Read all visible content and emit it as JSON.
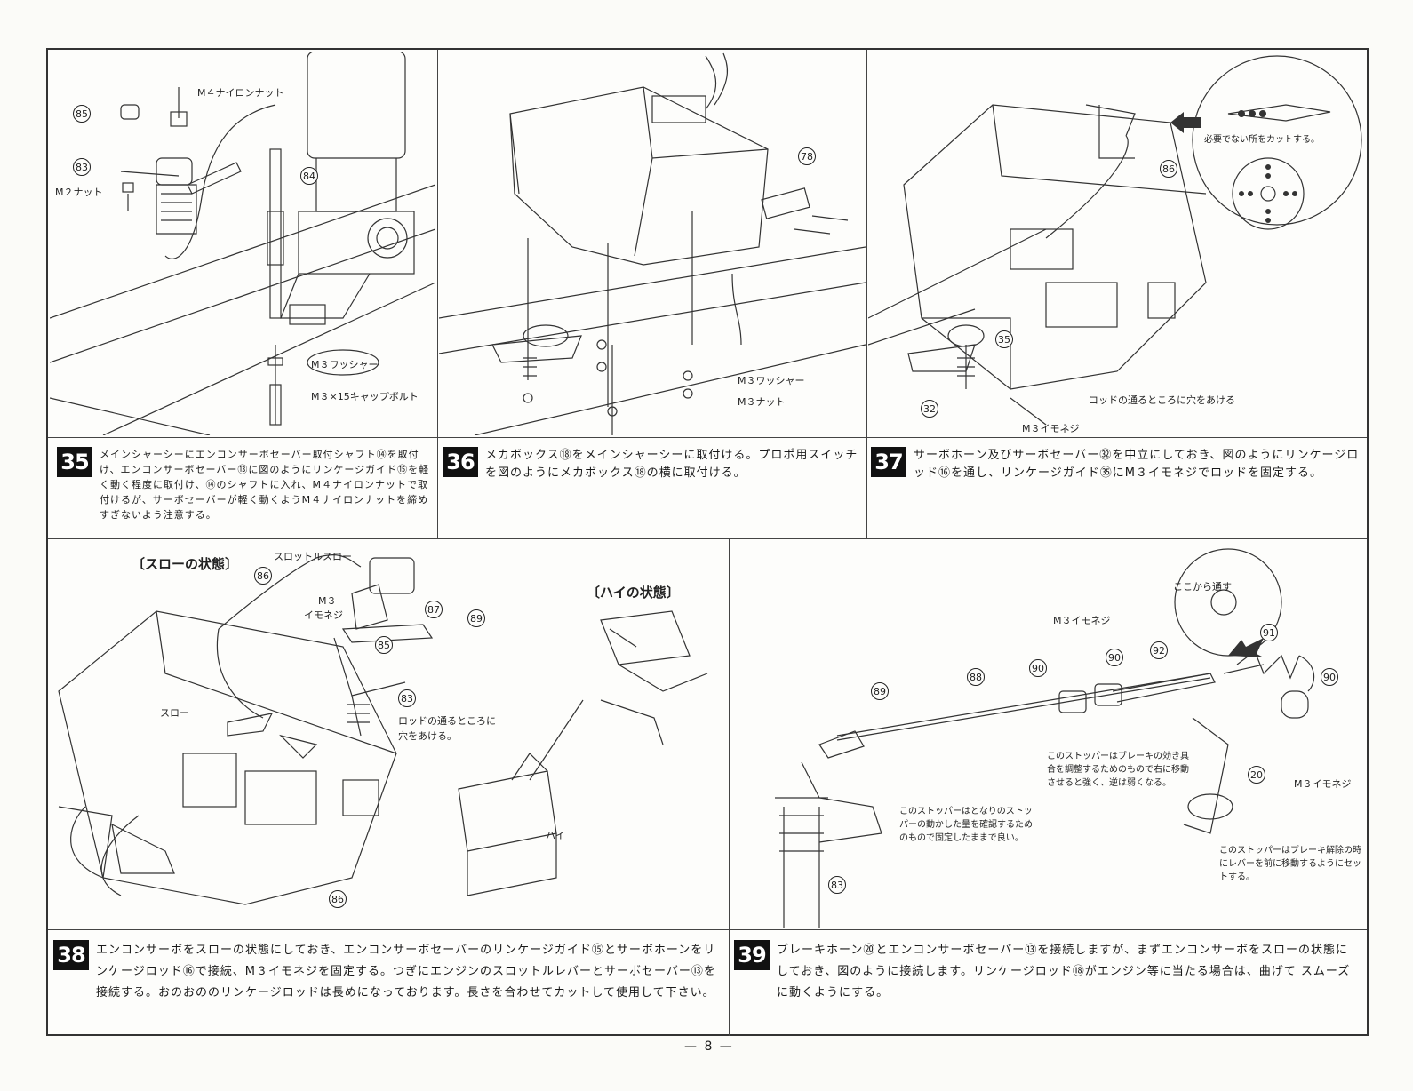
{
  "page_number": "— 8 —",
  "steps": [
    {
      "no": "35",
      "text": "メインシャーシーにエンコンサーボセーバー取付シャフト⑭を取付け、エンコンサーボセーバー⑬に図のようにリンケージガイド⑮を軽く動く程度に取付け、⑭のシャフトに入れ、M４ナイロンナットで取付けるが、サーボセーバーが軽く動くようM４ナイロンナットを締めすぎないよう注意する。"
    },
    {
      "no": "36",
      "text": "メカボックス⑱をメインシャーシーに取付ける。プロポ用スイッチを図のようにメカボックス⑱の横に取付ける。"
    },
    {
      "no": "37",
      "text": "サーボホーン及びサーボセーバー㉜を中立にしておき、図のようにリンケージロッド⑯を通し、リンケージガイド㉟にM３イモネジでロッドを固定する。"
    },
    {
      "no": "38",
      "text": "エンコンサーボをスローの状態にしておき、エンコンサーボセーバーのリンケージガイド⑮とサーボホーンをリンケージロッド⑯で接続、M３イモネジを固定する。つぎにエンジンのスロットルレバーとサーボセーバー⑬を接続する。おのおののリンケージロッドは長めになっております。長さを合わせてカットして使用して下さい。"
    },
    {
      "no": "39",
      "text": "ブレーキホーン⑳とエンコンサーボセーバー⑬を接続しますが、まずエンコンサーボをスローの状態にしておき、図のように接続します。リンケージロッド⑱がエンジン等に当たる場合は、曲げて スムーズに動くようにする。"
    }
  ],
  "fig35": {
    "labels": [
      "M４ナイロンナット",
      "M２ナット",
      "M３ワッシャー",
      "M３×15キャップボルト"
    ],
    "parts": [
      "85",
      "83",
      "84"
    ]
  },
  "fig36": {
    "labels": [
      "M３ワッシャー",
      "M３ナット"
    ],
    "parts": [
      "78"
    ]
  },
  "fig37": {
    "labels": [
      "必要でない所をカットする。",
      "コッドの通るところに穴をあける",
      "M３イモネジ"
    ],
    "parts": [
      "86",
      "35",
      "32"
    ]
  },
  "fig38": {
    "labels": [
      "〔スローの状態〕",
      "スロットルスロー",
      "M３",
      "イモネジ",
      "〔ハイの状態〕",
      "スロー",
      "ロッドの通るところに",
      "穴をあける。",
      "ハイ"
    ],
    "parts": [
      "86",
      "87",
      "89",
      "85",
      "83",
      "86"
    ]
  },
  "fig39": {
    "labels": [
      "ここから通す",
      "M３イモネジ",
      "M３イモネジ"
    ],
    "callouts": [
      "このストッパーはブレーキの効き具合を調整するためのもので右に移動させると強く、逆は弱くなる。",
      "このストッパーはとなりのストッパーの動かした量を確認するためのもので固定したままで良い。",
      "このストッパーはブレーキ解除の時にレバーを前に移動するようにセットする。"
    ],
    "parts": [
      "91",
      "90",
      "90",
      "92",
      "90",
      "89",
      "88",
      "20",
      "83"
    ]
  }
}
